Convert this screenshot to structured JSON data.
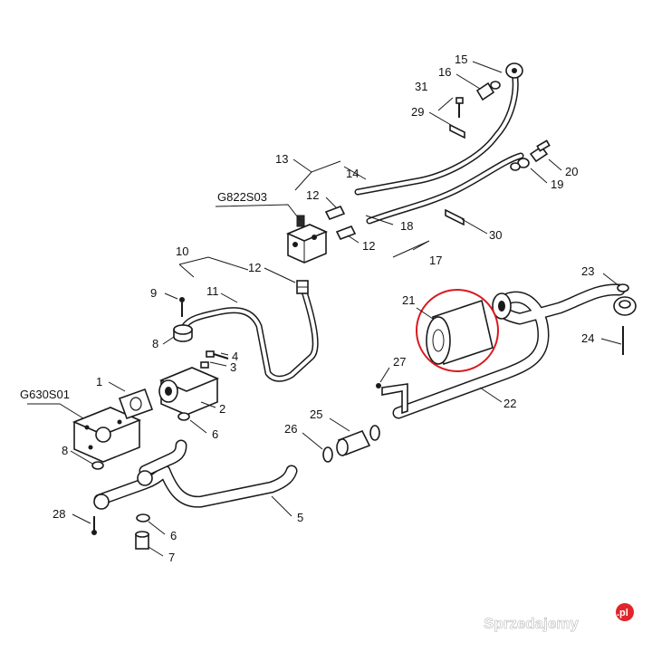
{
  "callouts": {
    "g630s01": "G630S01",
    "g822s03": "G822S03",
    "n1": "1",
    "n2": "2",
    "n3": "3",
    "n4": "4",
    "n5": "5",
    "n6a": "6",
    "n6b": "6",
    "n7": "7",
    "n8a": "8",
    "n8b": "8",
    "n9": "9",
    "n10": "10",
    "n11": "11",
    "n12a": "12",
    "n12b": "12",
    "n12c": "12",
    "n13": "13",
    "n14": "14",
    "n15": "15",
    "n16": "16",
    "n17": "17",
    "n18": "18",
    "n19": "19",
    "n20": "20",
    "n21": "21",
    "n22": "22",
    "n23": "23",
    "n24": "24",
    "n25": "25",
    "n26": "26",
    "n27": "27",
    "n28": "28",
    "n29": "29",
    "n30": "30",
    "n31": "31"
  },
  "highlight": {
    "part": "21",
    "color": "#d9191f"
  },
  "watermark": {
    "text": "Sprzedajemy",
    "badge": ".pl",
    "badge_color": "#e0262c"
  }
}
